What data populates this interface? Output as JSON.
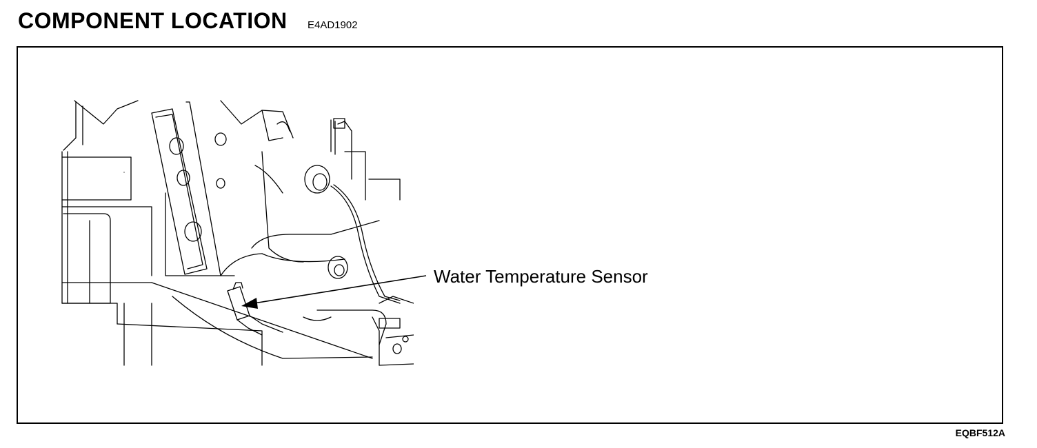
{
  "header": {
    "title": "COMPONENT LOCATION",
    "code": "E4AD1902"
  },
  "diagram": {
    "callout": "Water Temperature Sensor"
  },
  "footer": {
    "figure_code": "EQBF512A"
  }
}
